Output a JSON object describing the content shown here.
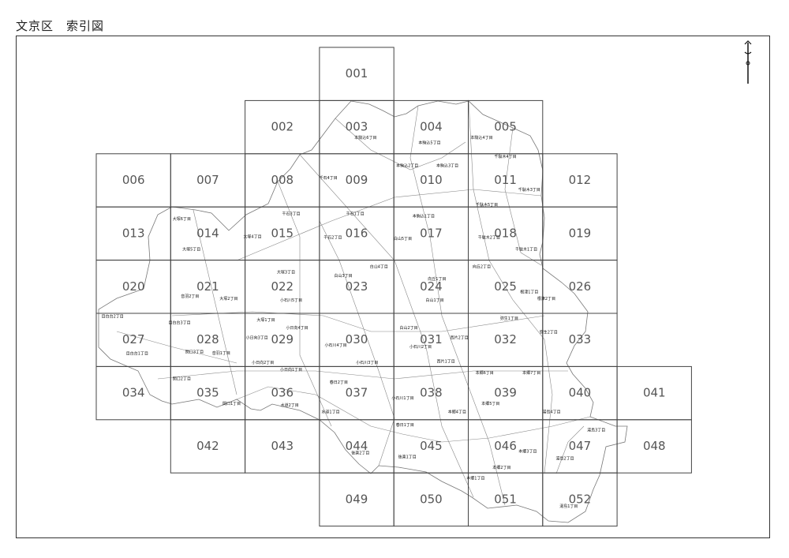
{
  "title": "文京区　索引図",
  "tiles": [
    {
      "id": "001",
      "col": 3,
      "row": 0
    },
    {
      "id": "002",
      "col": 2,
      "row": 1
    },
    {
      "id": "003",
      "col": 3,
      "row": 1
    },
    {
      "id": "004",
      "col": 4,
      "row": 1
    },
    {
      "id": "005",
      "col": 5,
      "row": 1
    },
    {
      "id": "006",
      "col": 0,
      "row": 2
    },
    {
      "id": "007",
      "col": 1,
      "row": 2
    },
    {
      "id": "008",
      "col": 2,
      "row": 2
    },
    {
      "id": "009",
      "col": 3,
      "row": 2
    },
    {
      "id": "010",
      "col": 4,
      "row": 2
    },
    {
      "id": "011",
      "col": 5,
      "row": 2
    },
    {
      "id": "012",
      "col": 6,
      "row": 2
    },
    {
      "id": "013",
      "col": 0,
      "row": 3
    },
    {
      "id": "014",
      "col": 1,
      "row": 3
    },
    {
      "id": "015",
      "col": 2,
      "row": 3
    },
    {
      "id": "016",
      "col": 3,
      "row": 3
    },
    {
      "id": "017",
      "col": 4,
      "row": 3
    },
    {
      "id": "018",
      "col": 5,
      "row": 3
    },
    {
      "id": "019",
      "col": 6,
      "row": 3
    },
    {
      "id": "020",
      "col": 0,
      "row": 4
    },
    {
      "id": "021",
      "col": 1,
      "row": 4
    },
    {
      "id": "022",
      "col": 2,
      "row": 4
    },
    {
      "id": "023",
      "col": 3,
      "row": 4
    },
    {
      "id": "024",
      "col": 4,
      "row": 4
    },
    {
      "id": "025",
      "col": 5,
      "row": 4
    },
    {
      "id": "026",
      "col": 6,
      "row": 4
    },
    {
      "id": "027",
      "col": 0,
      "row": 5
    },
    {
      "id": "028",
      "col": 1,
      "row": 5
    },
    {
      "id": "029",
      "col": 2,
      "row": 5
    },
    {
      "id": "030",
      "col": 3,
      "row": 5
    },
    {
      "id": "031",
      "col": 4,
      "row": 5
    },
    {
      "id": "032",
      "col": 5,
      "row": 5
    },
    {
      "id": "033",
      "col": 6,
      "row": 5
    },
    {
      "id": "034",
      "col": 0,
      "row": 6
    },
    {
      "id": "035",
      "col": 1,
      "row": 6
    },
    {
      "id": "036",
      "col": 2,
      "row": 6
    },
    {
      "id": "037",
      "col": 3,
      "row": 6
    },
    {
      "id": "038",
      "col": 4,
      "row": 6
    },
    {
      "id": "039",
      "col": 5,
      "row": 6
    },
    {
      "id": "040",
      "col": 6,
      "row": 6
    },
    {
      "id": "041",
      "col": 7,
      "row": 6
    },
    {
      "id": "042",
      "col": 1,
      "row": 7
    },
    {
      "id": "043",
      "col": 2,
      "row": 7
    },
    {
      "id": "044",
      "col": 3,
      "row": 7
    },
    {
      "id": "045",
      "col": 4,
      "row": 7
    },
    {
      "id": "046",
      "col": 5,
      "row": 7
    },
    {
      "id": "047",
      "col": 6,
      "row": 7
    },
    {
      "id": "048",
      "col": 7,
      "row": 7
    },
    {
      "id": "049",
      "col": 3,
      "row": 8
    },
    {
      "id": "050",
      "col": 4,
      "row": 8
    },
    {
      "id": "051",
      "col": 5,
      "row": 8
    },
    {
      "id": "052",
      "col": 6,
      "row": 8
    }
  ],
  "towns": [
    {
      "label": "本駒込6丁目",
      "col": 3,
      "row": 1,
      "dx": 0.62,
      "dy": 0.72
    },
    {
      "label": "本駒込5丁目",
      "col": 4,
      "row": 1,
      "dx": 0.48,
      "dy": 0.82
    },
    {
      "label": "本駒込4丁目",
      "col": 5,
      "row": 1,
      "dx": 0.18,
      "dy": 0.72
    },
    {
      "label": "千駄木4丁目",
      "col": 5,
      "row": 2,
      "dx": 0.5,
      "dy": 0.08
    },
    {
      "label": "本駒込2丁目",
      "col": 4,
      "row": 2,
      "dx": 0.18,
      "dy": 0.25
    },
    {
      "label": "本駒込3丁目",
      "col": 4,
      "row": 2,
      "dx": 0.72,
      "dy": 0.25
    },
    {
      "label": "千石4丁目",
      "col": 2,
      "row": 2,
      "dx": 1.12,
      "dy": 0.48
    },
    {
      "label": "千駄木3丁目",
      "col": 5,
      "row": 2,
      "dx": 0.82,
      "dy": 0.7
    },
    {
      "label": "千駄木5丁目",
      "col": 5,
      "row": 2,
      "dx": 0.25,
      "dy": 0.98
    },
    {
      "label": "大塚6丁目",
      "col": 1,
      "row": 3,
      "dx": 0.15,
      "dy": 0.25
    },
    {
      "label": "大塚5丁目",
      "col": 1,
      "row": 3,
      "dx": 0.28,
      "dy": 0.82
    },
    {
      "label": "千石3丁目",
      "col": 2,
      "row": 3,
      "dx": 0.62,
      "dy": 0.15
    },
    {
      "label": "大塚4丁目",
      "col": 2,
      "row": 3,
      "dx": 0.1,
      "dy": 0.58
    },
    {
      "label": "千石1丁目",
      "col": 3,
      "row": 3,
      "dx": 0.48,
      "dy": 0.15
    },
    {
      "label": "千石2丁目",
      "col": 3,
      "row": 3,
      "dx": 0.18,
      "dy": 0.6
    },
    {
      "label": "本駒込1丁目",
      "col": 4,
      "row": 3,
      "dx": 0.4,
      "dy": 0.2
    },
    {
      "label": "白山5丁目",
      "col": 4,
      "row": 3,
      "dx": 0.12,
      "dy": 0.62
    },
    {
      "label": "千駄木2丁目",
      "col": 5,
      "row": 3,
      "dx": 0.28,
      "dy": 0.6
    },
    {
      "label": "千駄木1丁目",
      "col": 5,
      "row": 3,
      "dx": 0.78,
      "dy": 0.82
    },
    {
      "label": "大塚3丁目",
      "col": 2,
      "row": 4,
      "dx": 0.55,
      "dy": 0.25
    },
    {
      "label": "白山4丁目",
      "col": 3,
      "row": 4,
      "dx": 0.8,
      "dy": 0.15
    },
    {
      "label": "白山3丁目",
      "col": 3,
      "row": 4,
      "dx": 0.32,
      "dy": 0.32
    },
    {
      "label": "向丘2丁目",
      "col": 5,
      "row": 4,
      "dx": 0.18,
      "dy": 0.15
    },
    {
      "label": "向丘1丁目",
      "col": 4,
      "row": 4,
      "dx": 0.58,
      "dy": 0.38
    },
    {
      "label": "白山1丁目",
      "col": 4,
      "row": 4,
      "dx": 0.55,
      "dy": 0.78
    },
    {
      "label": "根津1丁目",
      "col": 5,
      "row": 4,
      "dx": 0.82,
      "dy": 0.62
    },
    {
      "label": "根津2丁目",
      "col": 6,
      "row": 4,
      "dx": 0.05,
      "dy": 0.75
    },
    {
      "label": "音羽2丁目",
      "col": 1,
      "row": 4,
      "dx": 0.26,
      "dy": 0.7
    },
    {
      "label": "大塚2丁目",
      "col": 1,
      "row": 4,
      "dx": 0.78,
      "dy": 0.75
    },
    {
      "label": "小石川5丁目",
      "col": 2,
      "row": 4,
      "dx": 0.62,
      "dy": 0.78
    },
    {
      "label": "目白台2丁目",
      "col": 0,
      "row": 5,
      "dx": 0.22,
      "dy": 0.08
    },
    {
      "label": "目白台3丁目",
      "col": 1,
      "row": 5,
      "dx": 0.12,
      "dy": 0.2
    },
    {
      "label": "大塚1丁目",
      "col": 2,
      "row": 5,
      "dx": 0.28,
      "dy": 0.15
    },
    {
      "label": "小日向4丁目",
      "col": 2,
      "row": 5,
      "dx": 0.7,
      "dy": 0.3
    },
    {
      "label": "小日向3丁目",
      "col": 2,
      "row": 5,
      "dx": 0.16,
      "dy": 0.48
    },
    {
      "label": "白山2丁目",
      "col": 4,
      "row": 5,
      "dx": 0.2,
      "dy": 0.3
    },
    {
      "label": "小石川4丁目",
      "col": 3,
      "row": 5,
      "dx": 0.22,
      "dy": 0.62
    },
    {
      "label": "小石川2丁目",
      "col": 4,
      "row": 5,
      "dx": 0.36,
      "dy": 0.65
    },
    {
      "label": "西片2丁目",
      "col": 4,
      "row": 5,
      "dx": 0.88,
      "dy": 0.48
    },
    {
      "label": "弥生1丁目",
      "col": 5,
      "row": 5,
      "dx": 0.55,
      "dy": 0.12
    },
    {
      "label": "弥生2丁目",
      "col": 6,
      "row": 5,
      "dx": 0.08,
      "dy": 0.38
    },
    {
      "label": "目白台1丁目",
      "col": 0,
      "row": 5,
      "dx": 0.55,
      "dy": 0.78
    },
    {
      "label": "関口3丁目",
      "col": 1,
      "row": 5,
      "dx": 0.32,
      "dy": 0.75
    },
    {
      "label": "音羽1丁目",
      "col": 1,
      "row": 5,
      "dx": 0.68,
      "dy": 0.77
    },
    {
      "label": "小日向2丁目",
      "col": 2,
      "row": 5,
      "dx": 0.24,
      "dy": 0.95
    },
    {
      "label": "小石川3丁目",
      "col": 3,
      "row": 5,
      "dx": 0.64,
      "dy": 0.95
    },
    {
      "label": "西片1丁目",
      "col": 4,
      "row": 5,
      "dx": 0.7,
      "dy": 0.93
    },
    {
      "label": "小日向1丁目",
      "col": 2,
      "row": 6,
      "dx": 0.62,
      "dy": 0.08
    },
    {
      "label": "本郷6丁目",
      "col": 5,
      "row": 6,
      "dx": 0.22,
      "dy": 0.14
    },
    {
      "label": "本郷7丁目",
      "col": 5,
      "row": 6,
      "dx": 0.85,
      "dy": 0.14
    },
    {
      "label": "関口2丁目",
      "col": 1,
      "row": 6,
      "dx": 0.15,
      "dy": 0.25
    },
    {
      "label": "春日2丁目",
      "col": 3,
      "row": 6,
      "dx": 0.26,
      "dy": 0.32
    },
    {
      "label": "関口1丁目",
      "col": 1,
      "row": 6,
      "dx": 0.82,
      "dy": 0.72
    },
    {
      "label": "水道2丁目",
      "col": 2,
      "row": 6,
      "dx": 0.6,
      "dy": 0.75
    },
    {
      "label": "小石川1丁目",
      "col": 4,
      "row": 6,
      "dx": 0.12,
      "dy": 0.62
    },
    {
      "label": "本郷5丁目",
      "col": 5,
      "row": 6,
      "dx": 0.3,
      "dy": 0.72
    },
    {
      "label": "水道1丁目",
      "col": 3,
      "row": 6,
      "dx": 0.15,
      "dy": 0.88
    },
    {
      "label": "本郷4丁目",
      "col": 4,
      "row": 6,
      "dx": 0.85,
      "dy": 0.88
    },
    {
      "label": "湯島4丁目",
      "col": 6,
      "row": 6,
      "dx": 0.12,
      "dy": 0.88
    },
    {
      "label": "春日1丁目",
      "col": 4,
      "row": 7,
      "dx": 0.15,
      "dy": 0.12
    },
    {
      "label": "湯島3丁目",
      "col": 6,
      "row": 7,
      "dx": 0.72,
      "dy": 0.22
    },
    {
      "label": "後楽2丁目",
      "col": 3,
      "row": 7,
      "dx": 0.55,
      "dy": 0.65
    },
    {
      "label": "後楽1丁目",
      "col": 4,
      "row": 7,
      "dx": 0.18,
      "dy": 0.72
    },
    {
      "label": "本郷3丁目",
      "col": 5,
      "row": 7,
      "dx": 0.8,
      "dy": 0.62
    },
    {
      "label": "湯島2丁目",
      "col": 6,
      "row": 7,
      "dx": 0.3,
      "dy": 0.75
    },
    {
      "label": "本郷2丁目",
      "col": 5,
      "row": 7,
      "dx": 0.45,
      "dy": 0.92
    },
    {
      "label": "本郷1丁目",
      "col": 5,
      "row": 8,
      "dx": 0.1,
      "dy": 0.12
    },
    {
      "label": "湯島1丁目",
      "col": 6,
      "row": 8,
      "dx": 0.35,
      "dy": 0.65
    }
  ]
}
